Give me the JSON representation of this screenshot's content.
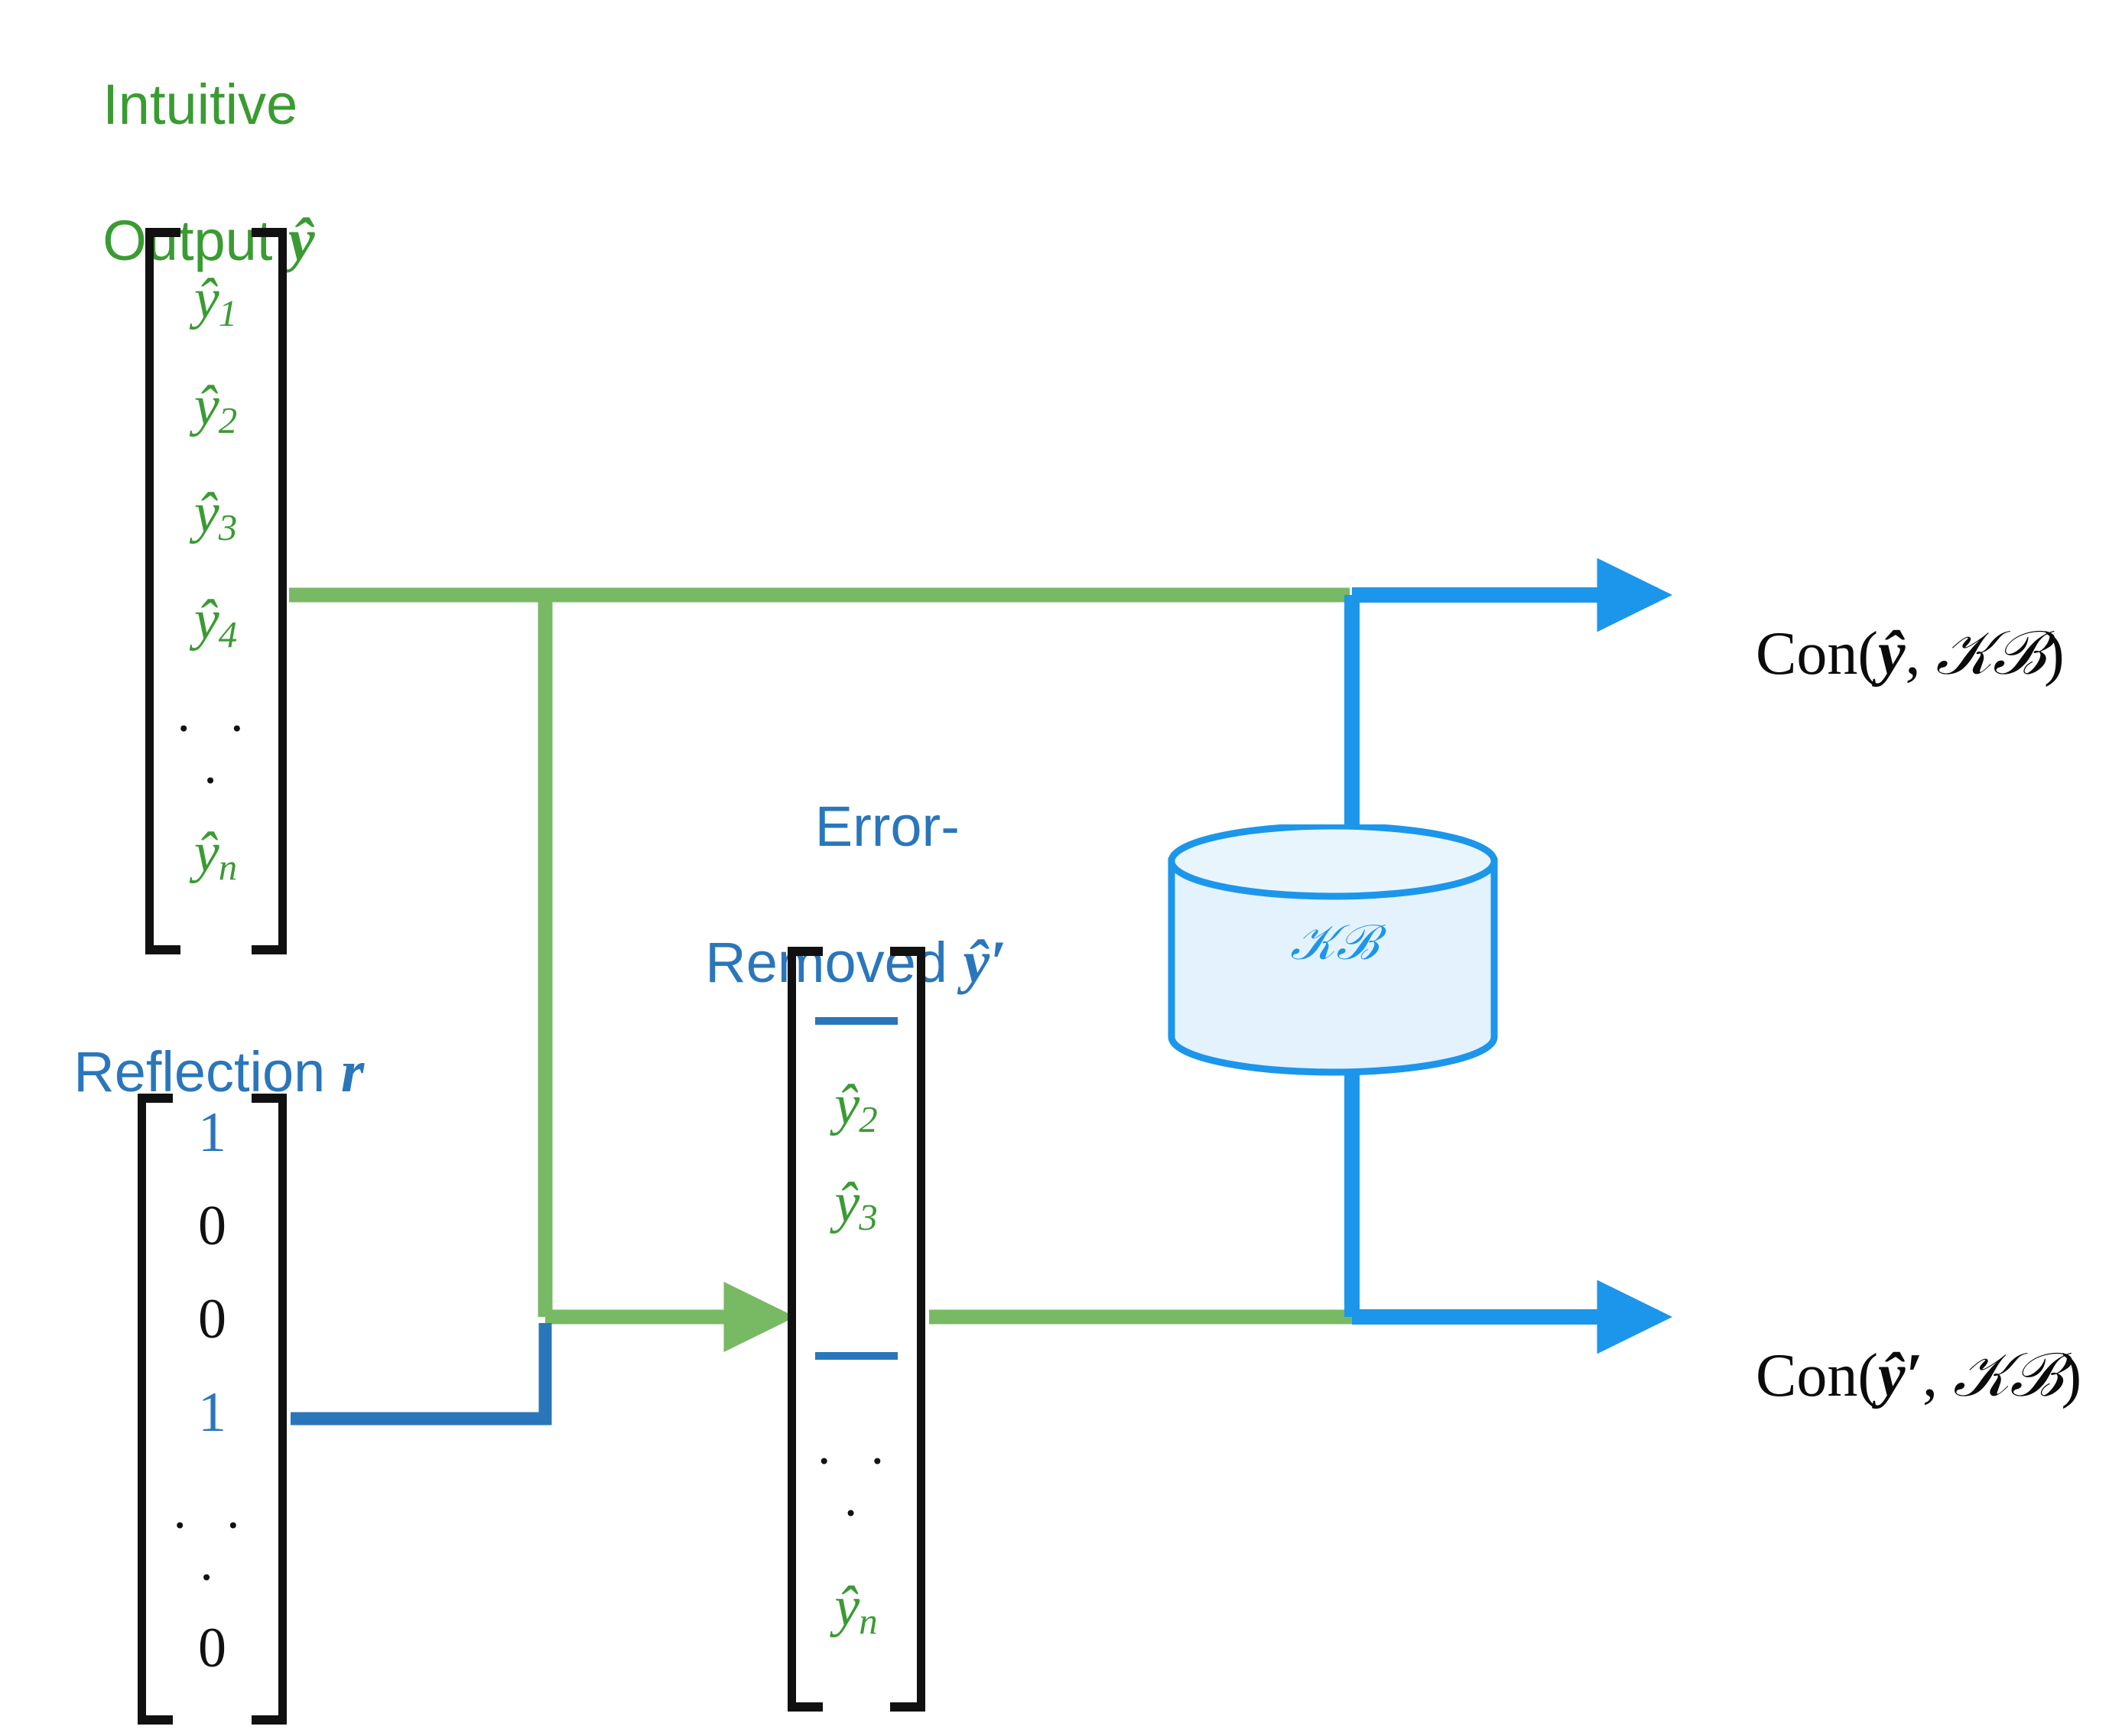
{
  "diagram": {
    "title_hidden": "",
    "colors": {
      "green_text": "#3a9b33",
      "blue_text": "#2a76bb",
      "green_wire": "#78b964",
      "blue_wire": "#1c96ea",
      "dark_blue_wire": "#2a76bb",
      "bracket_black": "#111111",
      "kb_fill": "#e3f2fc",
      "kb_stroke": "#1c96ea"
    }
  },
  "labels": {
    "intuitive_output": {
      "line1": "Intuitive",
      "line2": "Output",
      "symbol": "ŷ"
    },
    "reflection": {
      "text": "Reflection",
      "symbol": "r"
    },
    "error_removed": {
      "line1": "Error-",
      "line2": "Removed",
      "symbol": "ŷ′"
    }
  },
  "vectors": {
    "intuitive_output": {
      "name": "y-hat",
      "cells": [
        {
          "type": "value",
          "base": "ŷ",
          "sub": "1",
          "color": "green"
        },
        {
          "type": "value",
          "base": "ŷ",
          "sub": "2",
          "color": "green"
        },
        {
          "type": "value",
          "base": "ŷ",
          "sub": "3",
          "color": "green"
        },
        {
          "type": "value",
          "base": "ŷ",
          "sub": "4",
          "color": "green"
        },
        {
          "type": "ellipsis",
          "text": "· · ·"
        },
        {
          "type": "value",
          "base": "ŷ",
          "sub": "n",
          "color": "green"
        }
      ]
    },
    "reflection": {
      "name": "r",
      "cells": [
        {
          "type": "value",
          "base": "1",
          "sub": "",
          "color": "blue"
        },
        {
          "type": "value",
          "base": "0",
          "sub": "",
          "color": "black"
        },
        {
          "type": "value",
          "base": "0",
          "sub": "",
          "color": "black"
        },
        {
          "type": "value",
          "base": "1",
          "sub": "",
          "color": "blue"
        },
        {
          "type": "ellipsis",
          "text": "· · ·"
        },
        {
          "type": "value",
          "base": "0",
          "sub": "",
          "color": "black"
        }
      ]
    },
    "error_removed": {
      "name": "y-hat-prime",
      "cells": [
        {
          "type": "blank",
          "base": "",
          "sub": "",
          "color": "blue"
        },
        {
          "type": "value",
          "base": "ŷ",
          "sub": "2",
          "color": "green"
        },
        {
          "type": "value",
          "base": "ŷ",
          "sub": "3",
          "color": "green"
        },
        {
          "type": "blank",
          "base": "",
          "sub": "",
          "color": "blue"
        },
        {
          "type": "ellipsis",
          "text": "· · ·"
        },
        {
          "type": "value",
          "base": "ŷ",
          "sub": "n",
          "color": "green"
        }
      ]
    }
  },
  "knowledge_base": {
    "label": "𝒦ℬ",
    "label_plain": "KB"
  },
  "outputs": {
    "top": {
      "fn": "Con(",
      "arg": "ŷ",
      "sep": ", ",
      "kb": "𝒦ℬ",
      "close": ")",
      "full": "Con(ŷ, 𝒦ℬ)"
    },
    "bottom": {
      "fn": "Con(",
      "arg": "ŷ′",
      "sep": ", ",
      "kb": "𝒦ℬ",
      "close": ")",
      "full": "Con(ŷ′, 𝒦ℬ)"
    }
  }
}
